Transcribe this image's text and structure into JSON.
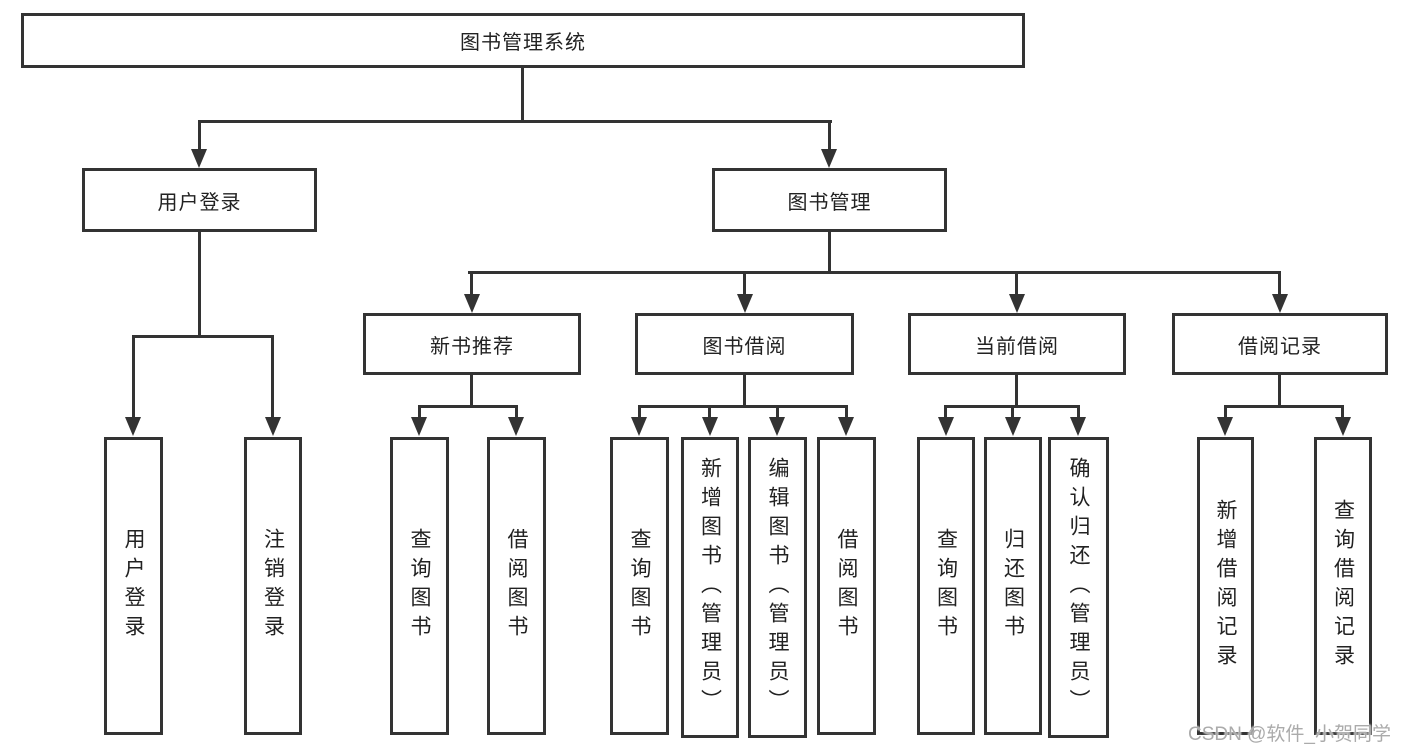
{
  "diagram": {
    "root": {
      "label": "图书管理系统"
    },
    "level2": [
      {
        "label": "用户登录"
      },
      {
        "label": "图书管理"
      }
    ],
    "level3": [
      {
        "label": "新书推荐",
        "parent": "图书管理"
      },
      {
        "label": "图书借阅",
        "parent": "图书管理"
      },
      {
        "label": "当前借阅",
        "parent": "图书管理"
      },
      {
        "label": "借阅记录",
        "parent": "图书管理"
      }
    ],
    "leaves": [
      {
        "label": "用户登录",
        "parent": "用户登录"
      },
      {
        "label": "注销登录",
        "parent": "用户登录"
      },
      {
        "label": "查询图书",
        "parent": "新书推荐"
      },
      {
        "label": "借阅图书",
        "parent": "新书推荐"
      },
      {
        "label": "查询图书",
        "parent": "图书借阅"
      },
      {
        "label": "新增图书（管理员）",
        "parent": "图书借阅"
      },
      {
        "label": "编辑图书（管理员）",
        "parent": "图书借阅"
      },
      {
        "label": "借阅图书",
        "parent": "图书借阅"
      },
      {
        "label": "查询图书",
        "parent": "当前借阅"
      },
      {
        "label": "归还图书",
        "parent": "当前借阅"
      },
      {
        "label": "确认归还（管理员）",
        "parent": "当前借阅"
      },
      {
        "label": "新增借阅记录",
        "parent": "借阅记录"
      },
      {
        "label": "查询借阅记录",
        "parent": "借阅记录"
      }
    ]
  },
  "watermark": {
    "text": "CSDN @软件_小贺同学"
  },
  "colors": {
    "line": "#333333",
    "border": "#333333",
    "text": "#222222",
    "watermark": "#ababab",
    "background": "#ffffff"
  }
}
